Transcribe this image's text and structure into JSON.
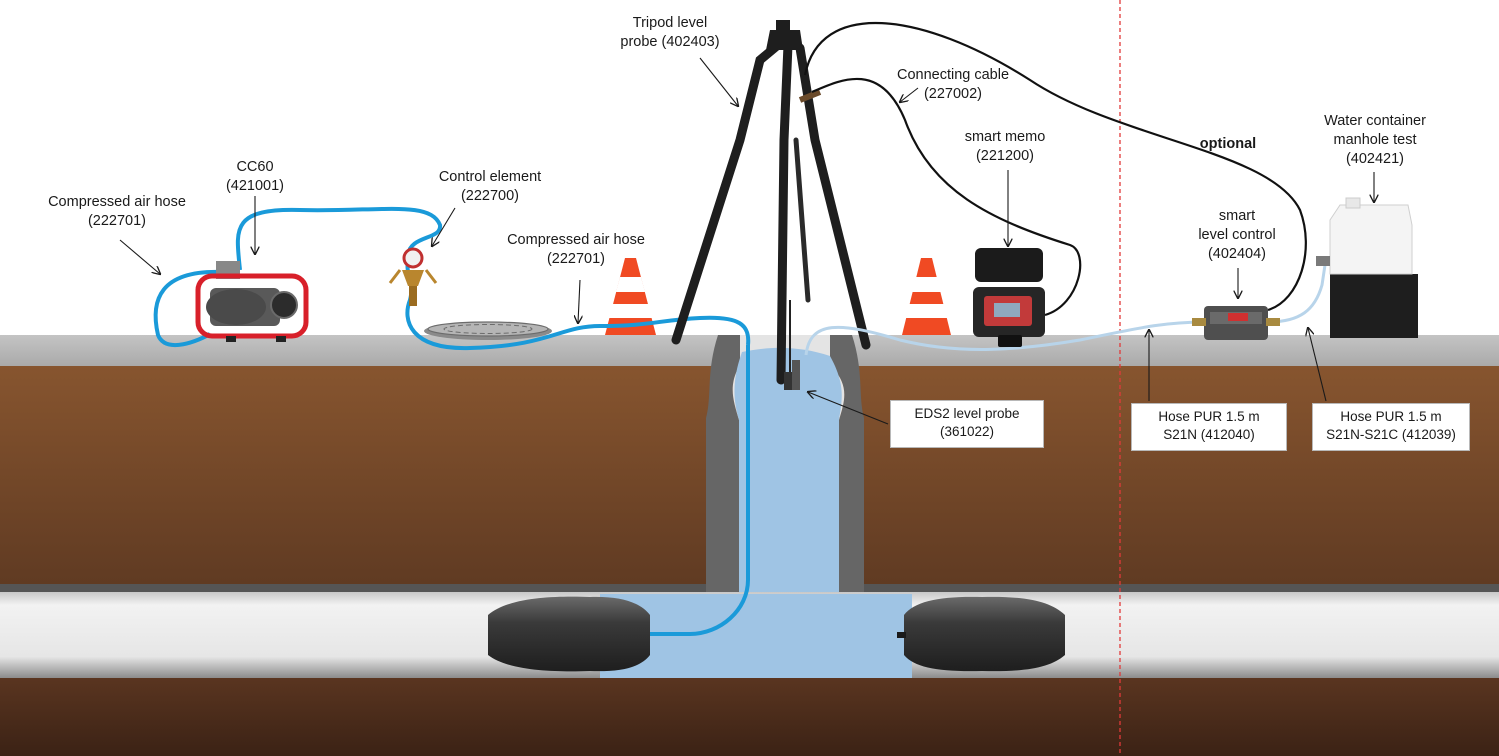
{
  "labels": {
    "compressed_air_hose_left": {
      "line1": "Compressed air hose",
      "line2": "(222701)"
    },
    "cc60": {
      "line1": "CC60",
      "line2": "(421001)"
    },
    "control_element": {
      "line1": "Control element",
      "line2": "(222700)"
    },
    "compressed_air_hose_mid": {
      "line1": "Compressed air hose",
      "line2": "(222701)"
    },
    "tripod": {
      "line1": "Tripod level",
      "line2": "probe (402403)"
    },
    "connecting_cable": {
      "line1": "Connecting cable",
      "line2": "(227002)"
    },
    "smart_memo": {
      "line1": "smart memo",
      "line2": "(221200)"
    },
    "optional": "optional",
    "smart_level_control": {
      "line1": "smart",
      "line2": "level control",
      "line3": "(402404)"
    },
    "water_container": {
      "line1": "Water container",
      "line2": "manhole test",
      "line3": "(402421)"
    },
    "eds2": {
      "line1": "EDS2 level probe",
      "line2": "(361022)"
    },
    "hose_s21n": {
      "line1": "Hose PUR 1.5 m",
      "line2": "S21N (412040)"
    },
    "hose_s21n_s21c": {
      "line1": "Hose PUR 1.5 m",
      "line2": "S21N-S21C (412039)"
    }
  },
  "colors": {
    "soil": "#7a4a2a",
    "soil_dark": "#3f2417",
    "ground_surface": "#bdbdbd",
    "water": "#9fc4e4",
    "air_hose": "#1a9ad9",
    "water_hose": "#b8d4ea",
    "pipe": "#e2e2e2",
    "cone_orange": "#f04a23",
    "compressor_red": "#d8202a",
    "optional_divider": "#e23a3a"
  }
}
